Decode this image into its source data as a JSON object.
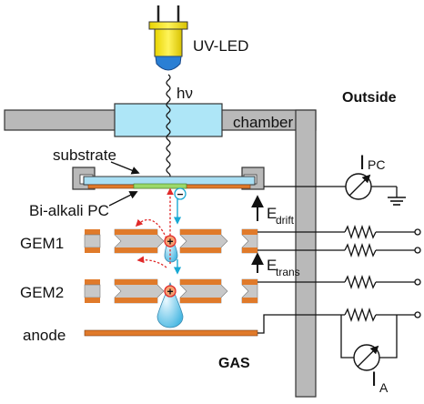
{
  "labels": {
    "uv_led": "UV-LED",
    "photon": "hν",
    "outside": "Outside",
    "chamber": "chamber",
    "substrate": "substrate",
    "photocathode": "Bi-alkali PC",
    "gem1": "GEM1",
    "gem2": "GEM2",
    "anode": "anode",
    "gas": "GAS",
    "i_pc_main": "I",
    "i_pc_sub": "PC",
    "e_drift_main": "E",
    "e_drift_sub": "drift",
    "e_trans_main": "E",
    "e_trans_sub": "trans",
    "i_a_main": "I",
    "i_a_sub": "A",
    "electron_sign": "−",
    "ion_sign": "+"
  },
  "colors": {
    "led_yellow": "#f2e20e",
    "led_blue": "#2a7fd4",
    "window_cyan": "#aee6f7",
    "wall_gray": "#b9b9b9",
    "copper": "#e07a2a",
    "kapton_gray": "#c8c8c8",
    "pc_green": "#9cd86a",
    "electron_cyan": "#18a9d4",
    "ion_red": "#e02a2a",
    "substrate_blue": "#a9dff4"
  }
}
